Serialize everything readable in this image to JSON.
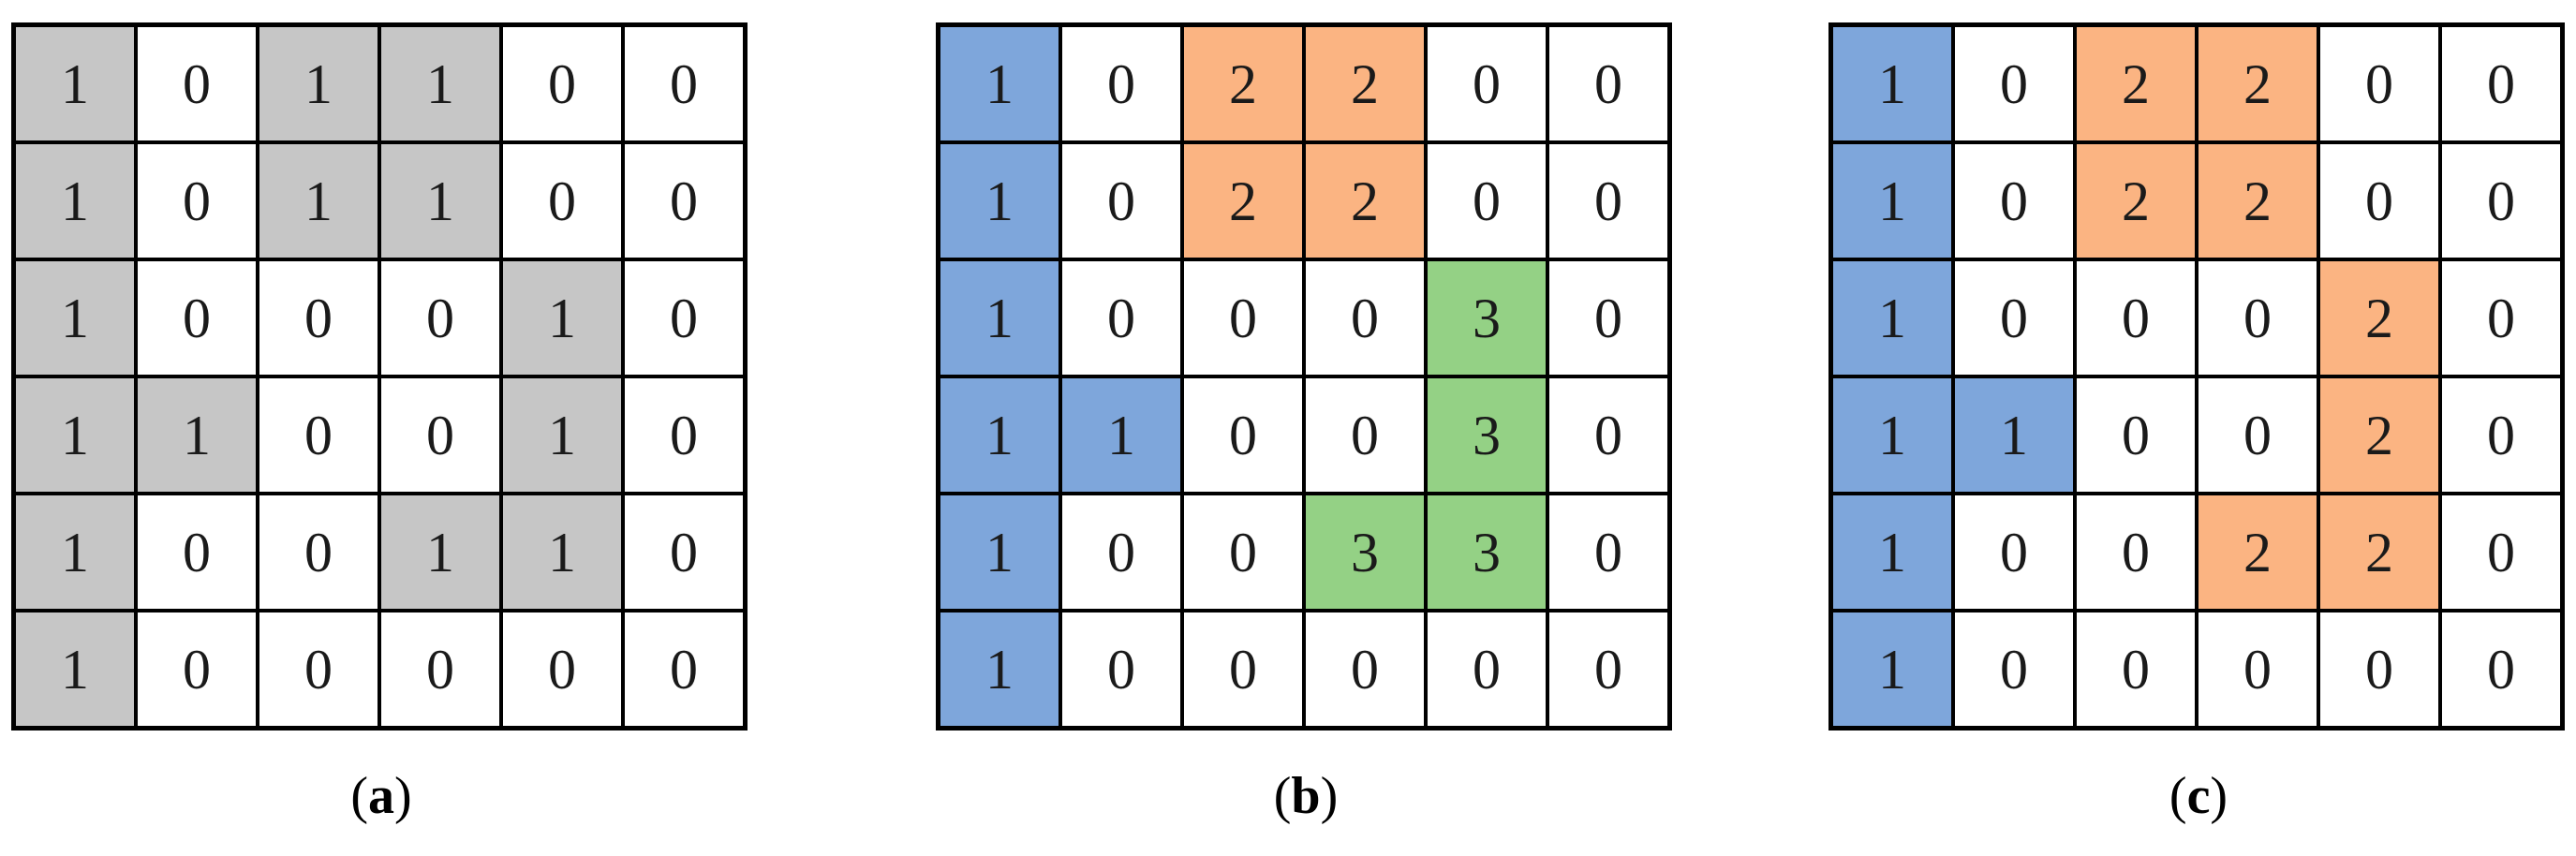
{
  "figure": {
    "description_palette": {
      "white": "#FFFFFF",
      "gray": "#C6C6C6",
      "blue": "#7EA6DB",
      "orange": "#FBB482",
      "green": "#94D185",
      "border": "#000000",
      "digit": "#1A1A1A"
    },
    "panels": [
      {
        "key": "a",
        "caption": {
          "open": "(",
          "letter": "a",
          "close": ")"
        },
        "value_colors": {
          "0": "white",
          "1": "gray"
        },
        "rows": [
          [
            "1",
            "0",
            "1",
            "1",
            "0",
            "0"
          ],
          [
            "1",
            "0",
            "1",
            "1",
            "0",
            "0"
          ],
          [
            "1",
            "0",
            "0",
            "0",
            "1",
            "0"
          ],
          [
            "1",
            "1",
            "0",
            "0",
            "1",
            "0"
          ],
          [
            "1",
            "0",
            "0",
            "1",
            "1",
            "0"
          ],
          [
            "1",
            "0",
            "0",
            "0",
            "0",
            "0"
          ]
        ]
      },
      {
        "key": "b",
        "caption": {
          "open": "(",
          "letter": "b",
          "close": ")"
        },
        "value_colors": {
          "0": "white",
          "1": "blue",
          "2": "orange",
          "3": "green"
        },
        "rows": [
          [
            "1",
            "0",
            "2",
            "2",
            "0",
            "0"
          ],
          [
            "1",
            "0",
            "2",
            "2",
            "0",
            "0"
          ],
          [
            "1",
            "0",
            "0",
            "0",
            "3",
            "0"
          ],
          [
            "1",
            "1",
            "0",
            "0",
            "3",
            "0"
          ],
          [
            "1",
            "0",
            "0",
            "3",
            "3",
            "0"
          ],
          [
            "1",
            "0",
            "0",
            "0",
            "0",
            "0"
          ]
        ]
      },
      {
        "key": "c",
        "caption": {
          "open": "(",
          "letter": "c",
          "close": ")"
        },
        "value_colors": {
          "0": "white",
          "1": "blue",
          "2": "orange"
        },
        "rows": [
          [
            "1",
            "0",
            "2",
            "2",
            "0",
            "0"
          ],
          [
            "1",
            "0",
            "2",
            "2",
            "0",
            "0"
          ],
          [
            "1",
            "0",
            "0",
            "0",
            "2",
            "0"
          ],
          [
            "1",
            "1",
            "0",
            "0",
            "2",
            "0"
          ],
          [
            "1",
            "0",
            "0",
            "2",
            "2",
            "0"
          ],
          [
            "1",
            "0",
            "0",
            "0",
            "0",
            "0"
          ]
        ]
      }
    ]
  }
}
